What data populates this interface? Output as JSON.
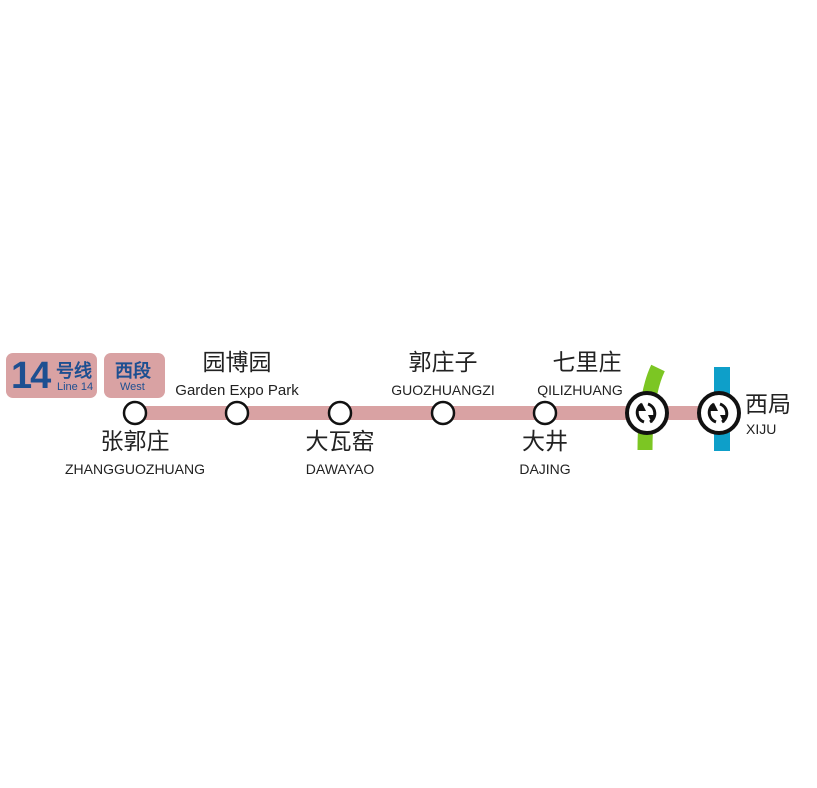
{
  "line_badge": {
    "number": "14",
    "name_cn": "号线",
    "name_en": "Line 14"
  },
  "section_badge": {
    "name_cn": "西段",
    "name_en": "West"
  },
  "colors": {
    "line14": "#d9a2a3",
    "badge_text": "#1d4f91",
    "transfer_green": "#7cc623",
    "transfer_blue": "#0e9fc9"
  },
  "stations": [
    {
      "cn": "张郭庄",
      "en": "ZHANGGUOZHUANG",
      "label_pos": "below"
    },
    {
      "cn": "园博园",
      "en": "Garden Expo Park",
      "label_pos": "above"
    },
    {
      "cn": "大瓦窑",
      "en": "DAWAYAO",
      "label_pos": "below"
    },
    {
      "cn": "郭庄子",
      "en": "GUOZHUANGZI",
      "label_pos": "above"
    },
    {
      "cn": "大井",
      "en": "DAJING",
      "label_pos": "below"
    },
    {
      "cn": "七里庄",
      "en": "QILIZHUANG",
      "label_pos": "above",
      "transfer": true
    },
    {
      "cn": "西局",
      "en": "XIJU",
      "label_pos": "right",
      "transfer": true
    }
  ]
}
